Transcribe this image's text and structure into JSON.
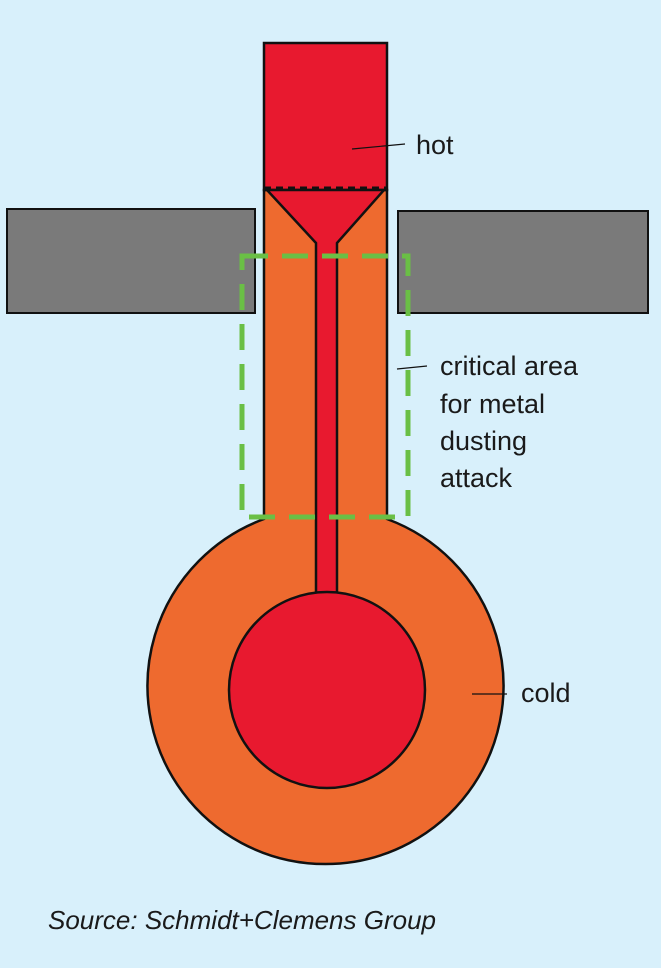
{
  "labels": {
    "hot": "hot",
    "critical_area": [
      "critical area",
      "for metal",
      "dusting",
      "attack"
    ],
    "cold": "cold"
  },
  "source": "Source: Schmidt+Clemens Group",
  "colors": {
    "background": "#d8f0fb",
    "hot_red": "#e8192f",
    "orange_body": "#ee6a2f",
    "wall_grey": "#7a7a7a",
    "critical_dash_green": "#6abf45",
    "outline": "#111111"
  }
}
